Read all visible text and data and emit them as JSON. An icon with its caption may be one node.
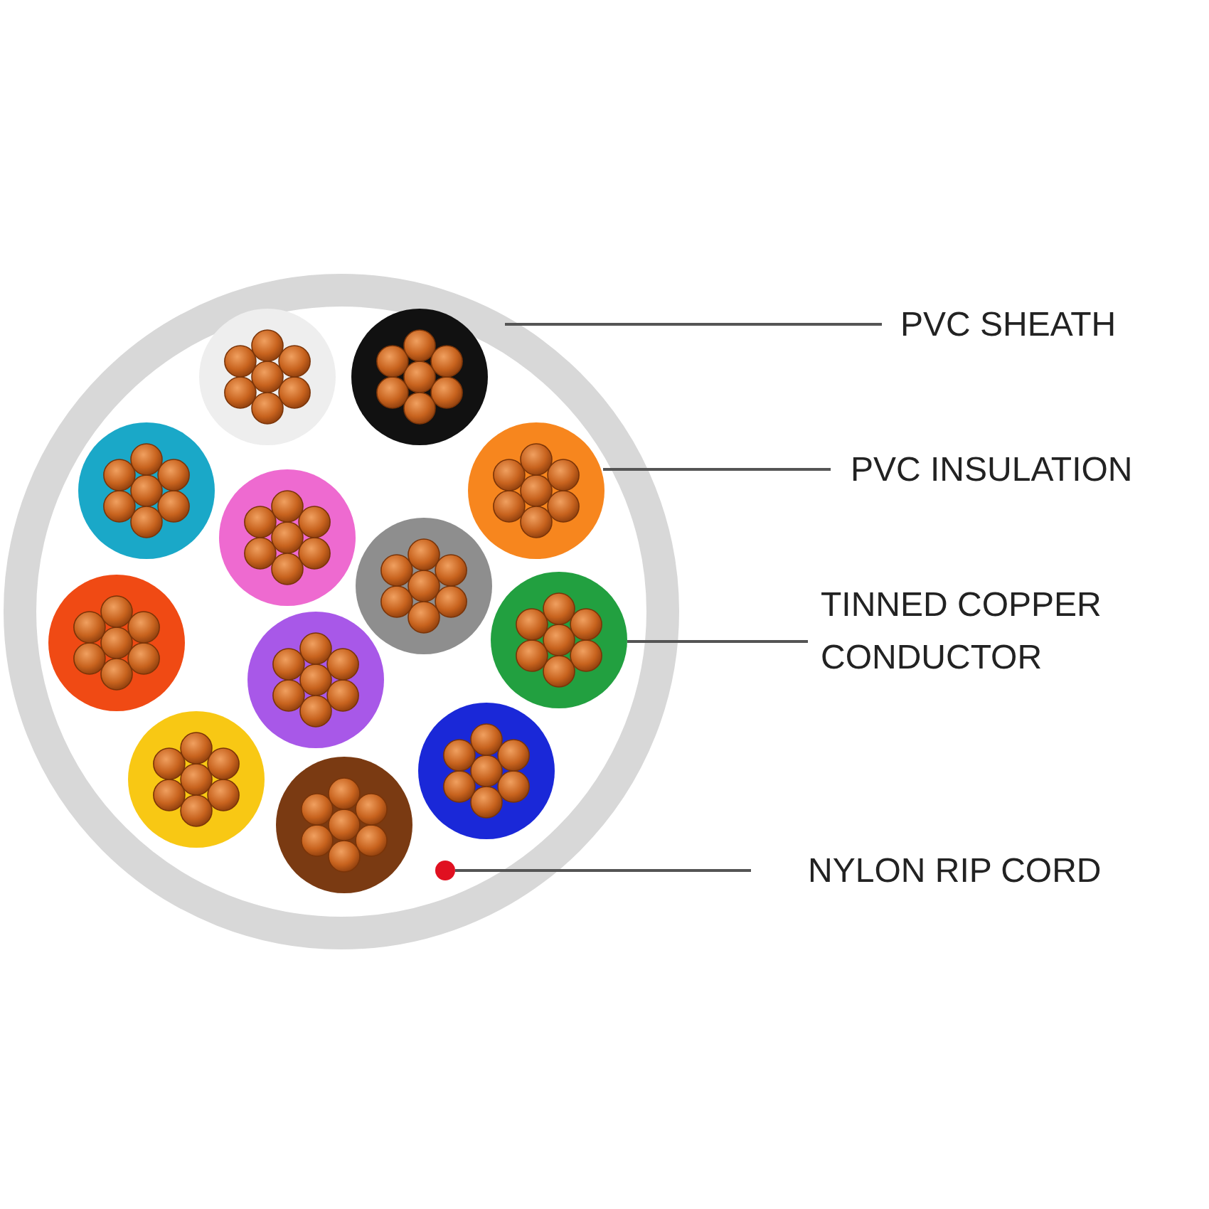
{
  "diagram": {
    "nodes": [
      {
        "text": [
          "PVC SHEATH"
        ]
      },
      {
        "text": [],
        "shape": "circle"
      },
      {
        "text": [
          "PVC INSULATION"
        ]
      },
      {
        "text": [],
        "shape": "circle",
        "in": 1
      },
      {
        "text": [
          "TINNED COPPER CONDUCTOR"
        ]
      },
      {
        "text": [],
        "shape": "circle",
        "in": 1
      },
      {
        "text": [
          "NYLON RIP CORD"
        ]
      },
      {
        "text": [],
        "shape": "circle",
        "in": 1
      }
    ],
    "edges": [
      {
        "from": 0,
        "to": 1,
        "arrow": "none"
      },
      {
        "from": 2,
        "to": 3,
        "arrow": "none"
      },
      {
        "from": 4,
        "to": 5,
        "arrow": "none"
      },
      {
        "from": 6,
        "to": 7,
        "arrow": "none"
      }
    ]
  }
}
